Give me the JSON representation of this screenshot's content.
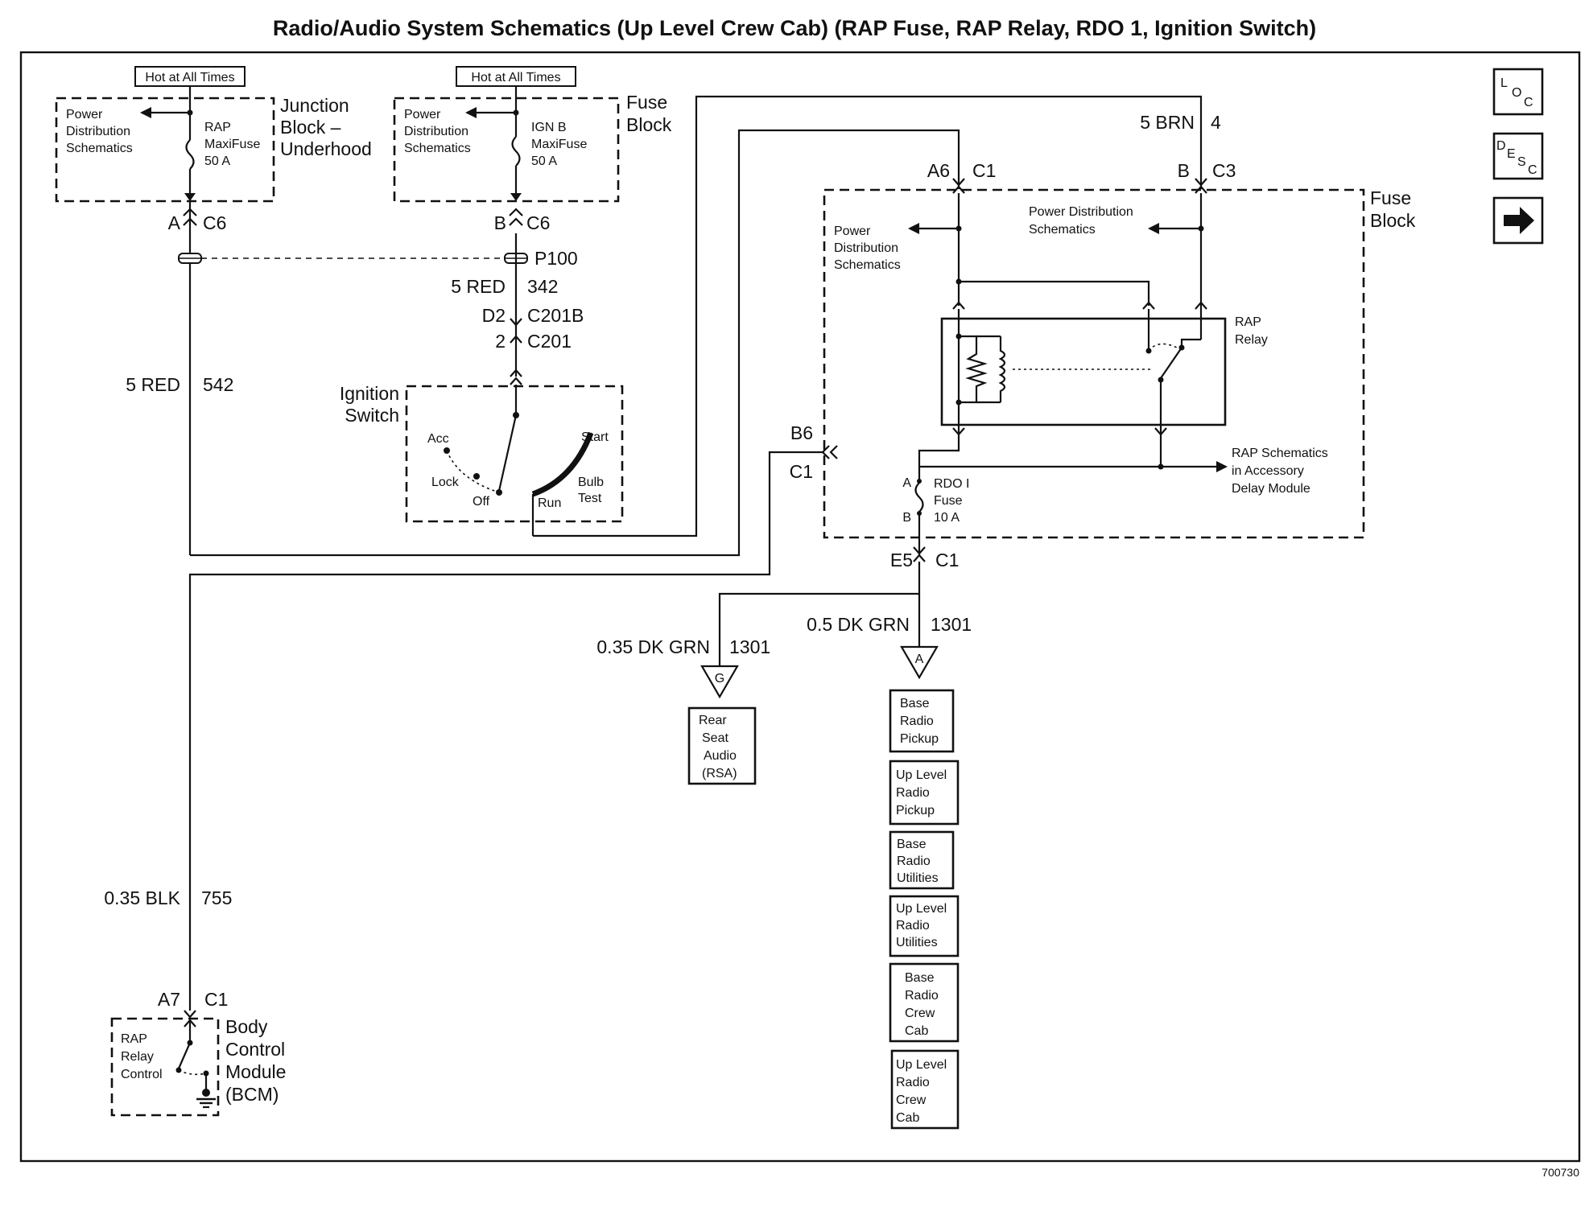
{
  "title": "Radio/Audio System Schematics (Up Level Crew Cab) (RAP Fuse, RAP Relay, RDO 1, Ignition Switch)",
  "figure_id": "700730",
  "nav": {
    "loc": [
      "L",
      "O",
      "C"
    ],
    "desc": [
      "D",
      "E",
      "S",
      "C"
    ],
    "next_icon": "arrow-right-icon"
  },
  "junction_block": {
    "hot_label": "Hot at All Times",
    "title": [
      "Junction",
      "Block –",
      "Underhood"
    ],
    "pds": [
      "Power",
      "Distribution",
      "Schematics"
    ],
    "fuse": [
      "RAP",
      "MaxiFuse",
      "50 A"
    ],
    "pin": "A",
    "conn": "C6"
  },
  "fuse_block_top": {
    "hot_label": "Hot at All Times",
    "title": [
      "Fuse",
      "Block"
    ],
    "pds": [
      "Power",
      "Distribution",
      "Schematics"
    ],
    "fuse": [
      "IGN B",
      "MaxiFuse",
      "50 A"
    ],
    "pin": "B",
    "conn": "C6"
  },
  "p100": "P100",
  "wire_342": {
    "color": "5 RED",
    "circuit": "342"
  },
  "c201b": {
    "pin": "D2",
    "conn": "C201B"
  },
  "c201": {
    "pin": "2",
    "conn": "C201"
  },
  "wire_542": {
    "color": "5 RED",
    "circuit": "542"
  },
  "ignition_switch": {
    "title": [
      "Ignition",
      "Switch"
    ],
    "positions": {
      "acc": "Acc",
      "lock": "Lock",
      "off": "Off",
      "run": "Run",
      "start": "Start",
      "bulb": "Bulb",
      "test": "Test"
    }
  },
  "wire_brn": {
    "color": "5 BRN",
    "circuit": "4"
  },
  "a6_c1": {
    "pin": "A6",
    "conn": "C1"
  },
  "b_c3": {
    "pin": "B",
    "conn": "C3"
  },
  "fuse_block_main": {
    "title": [
      "Fuse",
      "Block"
    ],
    "pds_left": [
      "Power",
      "Distribution",
      "Schematics"
    ],
    "pds_right": [
      "Power Distribution",
      "Schematics"
    ],
    "relay": [
      "RAP",
      "Relay"
    ],
    "rap_out": [
      "RAP Schematics",
      "in Accessory",
      "Delay Module"
    ],
    "rdo": {
      "a": "A",
      "b": "B",
      "label": [
        "RDO I",
        "Fuse",
        "10 A"
      ]
    }
  },
  "b6_c1": {
    "pin": "B6",
    "conn": "C1"
  },
  "e5_c1": {
    "pin": "E5",
    "conn": "C1"
  },
  "wire_1301_left": {
    "color": "0.35 DK GRN",
    "circuit": "1301"
  },
  "wire_1301_right": {
    "color": "0.5 DK GRN",
    "circuit": "1301"
  },
  "ref_g": "G",
  "ref_a": "A",
  "rsa_box": [
    "Rear",
    "Seat",
    "Audio",
    "(RSA)"
  ],
  "radio_refs": [
    [
      "Base",
      "Radio",
      "Pickup"
    ],
    [
      "Up Level",
      "Radio",
      "Pickup"
    ],
    [
      "Base",
      "Radio",
      "Utilities"
    ],
    [
      "Up Level",
      "Radio",
      "Utilities"
    ],
    [
      "Base",
      "Radio",
      "Crew",
      "Cab"
    ],
    [
      "Up Level",
      "Radio",
      "Crew",
      "Cab"
    ]
  ],
  "wire_755": {
    "color": "0.35 BLK",
    "circuit": "755"
  },
  "a7_c1": {
    "pin": "A7",
    "conn": "C1"
  },
  "bcm": {
    "title": [
      "Body",
      "Control",
      "Module",
      "(BCM)"
    ],
    "inner": [
      "RAP",
      "Relay",
      "Control"
    ]
  }
}
